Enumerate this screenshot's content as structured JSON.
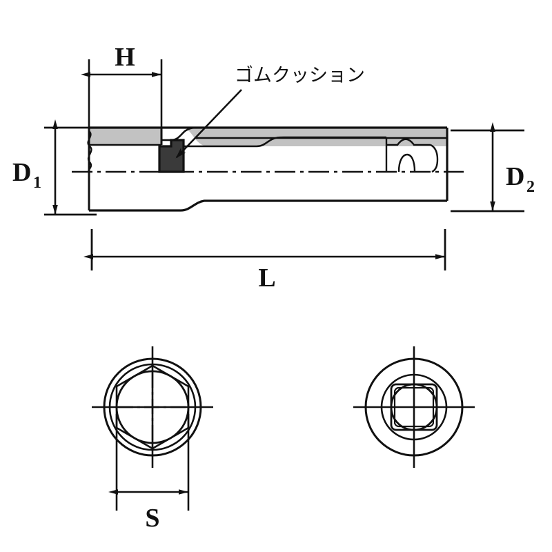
{
  "drawing": {
    "title": "deep socket dimensional drawing",
    "background_color": "#ffffff",
    "line_color": "#111111",
    "section_fill_color": "#c2c2c2",
    "cushion_fill_color": "#3a3a3a"
  },
  "labels": {
    "height_dim": "H",
    "diameter_small": "D",
    "diameter_small_sub": "1",
    "diameter_large": "D",
    "diameter_large_sub": "2",
    "length_dim": "L",
    "across_flats_dim": "S",
    "callout_rubber_cushion": "ゴムクッション"
  },
  "views": {
    "side_section": {
      "name": "side sectional view",
      "dimensions_shown": [
        "H",
        "D1",
        "D2",
        "L"
      ],
      "callouts": [
        "ゴムクッション"
      ]
    },
    "hex_end_view": {
      "name": "hexagonal socket end view",
      "dimensions_shown": [
        "S"
      ],
      "points": 6
    },
    "square_drive_view": {
      "name": "square drive end view",
      "dimensions_shown": [],
      "points": 4
    }
  }
}
